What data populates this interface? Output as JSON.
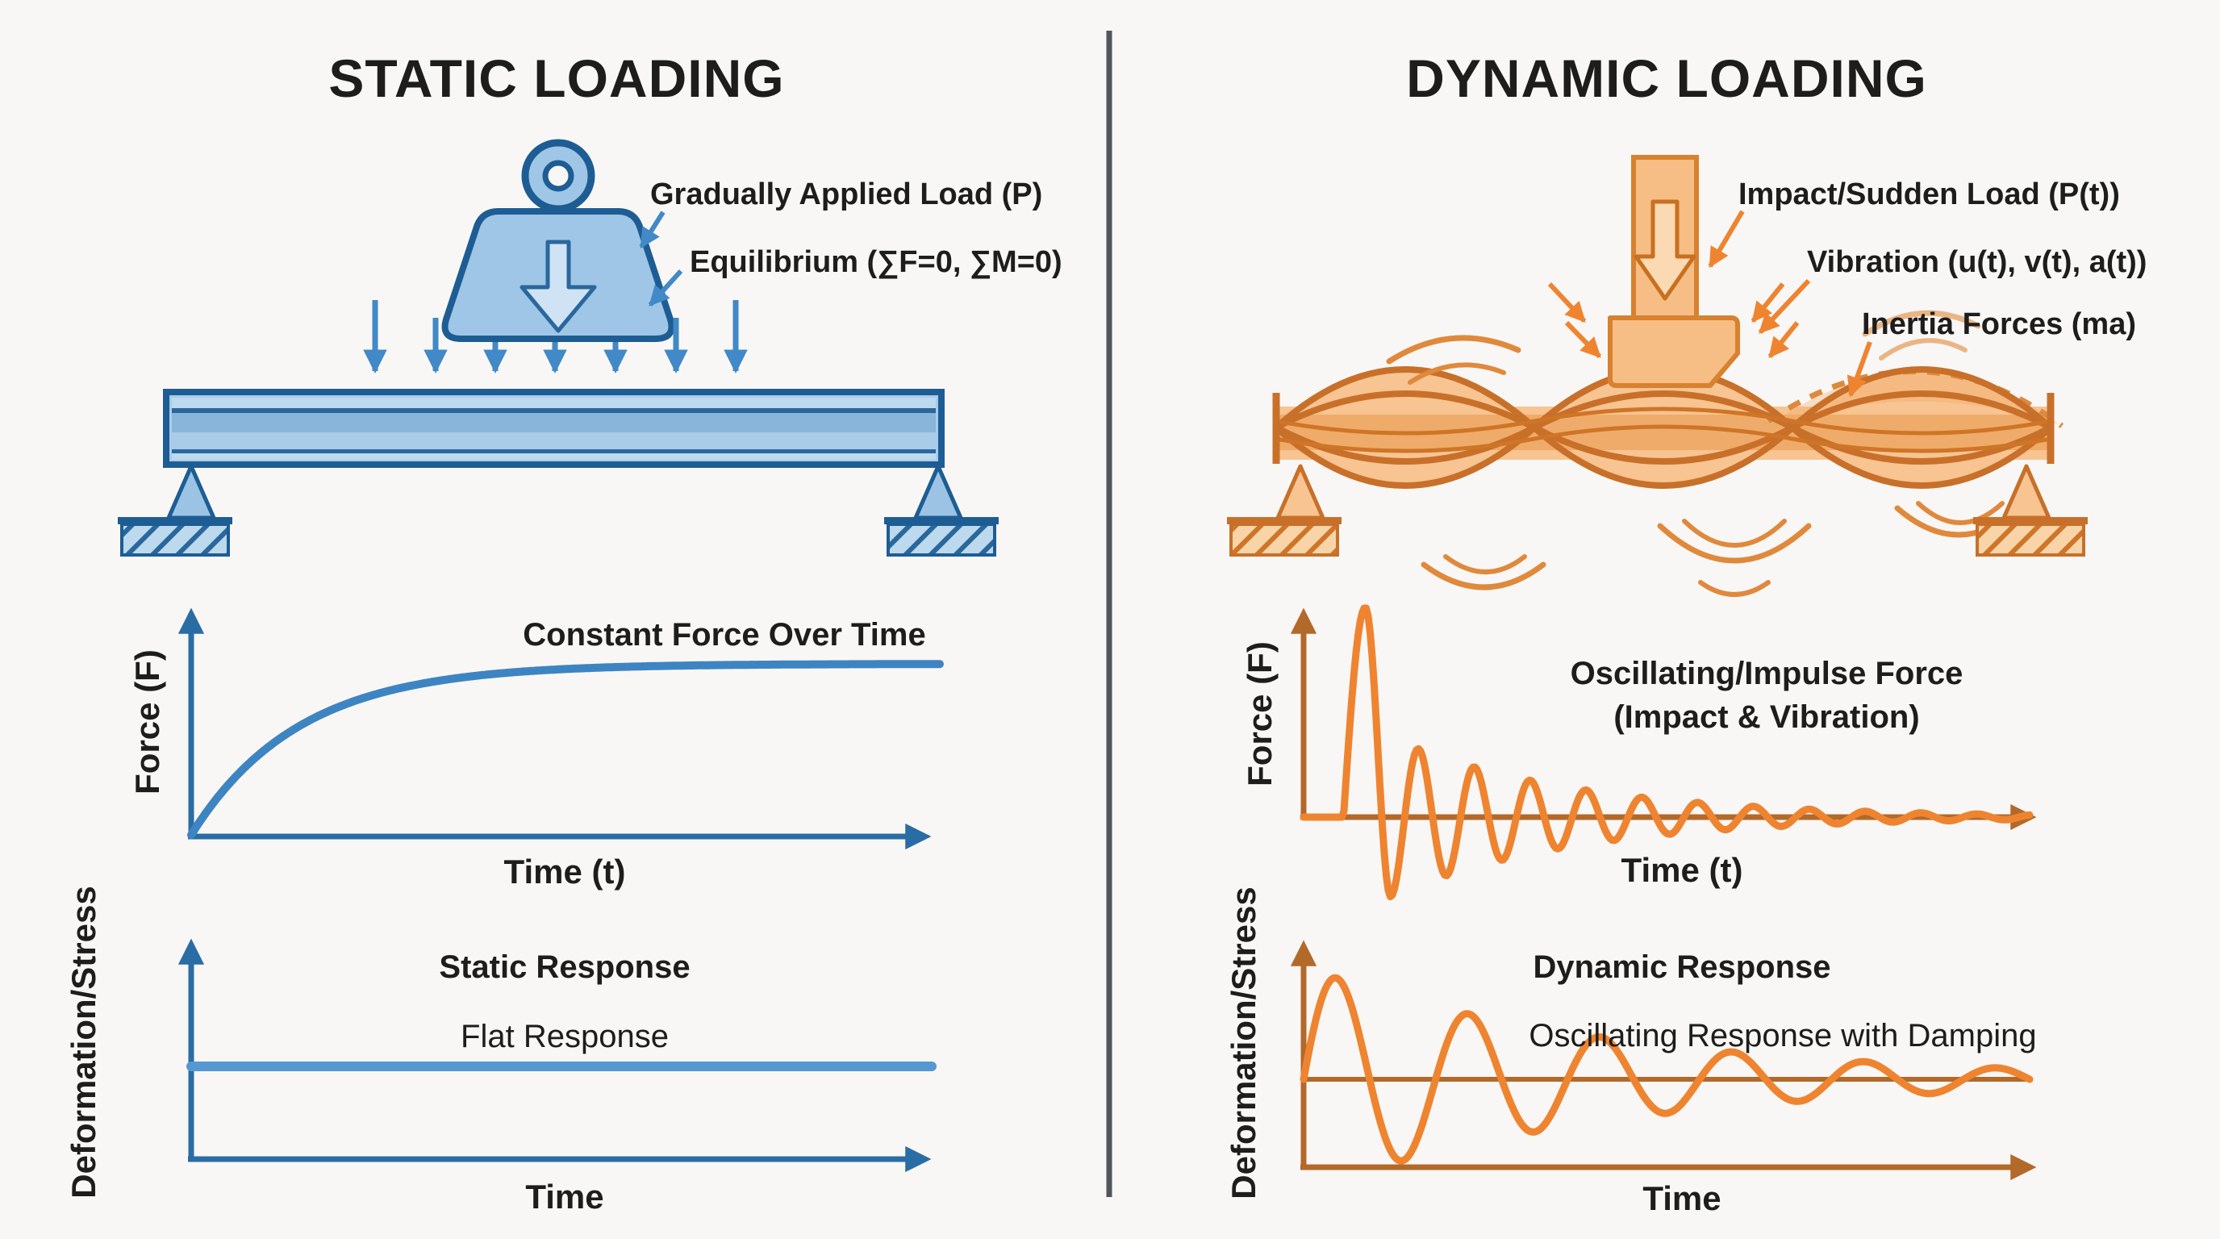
{
  "page": {
    "background": "#f9f7f5",
    "divider_color": "#51565b"
  },
  "static_panel": {
    "title": "STATIC LOADING",
    "title_color": "#2d73ad",
    "theme": {
      "outline": "#1d5d94",
      "fill_light": "#9fc6e6",
      "fill_beam": "#a9cce9",
      "arrow": "#4189c7"
    },
    "diagram": {
      "load_label": "Gradually Applied Load (P)",
      "equilibrium_label": "Equilibrium (∑F=0, ∑M=0)"
    }
  },
  "dynamic_panel": {
    "title": "DYNAMIC LOADING",
    "title_color": "#c4701d",
    "theme": {
      "outline": "#c8702a",
      "fill_light": "#f7c492",
      "arrow": "#ef8430"
    },
    "diagram": {
      "impact_label": "Impact/Sudden Load (P(t))",
      "vibration_label": "Vibration (u(t), v(t), a(t))",
      "inertia_label": "Inertia Forces (ma)"
    }
  },
  "chart_data": [
    {
      "type": "line",
      "panel": "static",
      "position": "top",
      "title": "Constant Force Over Time",
      "xlabel": "Time (t)",
      "ylabel": "Force (F)",
      "color": "#3d85c2",
      "axis_color": "#2a6da5",
      "x_range": [
        0,
        1
      ],
      "y_range": [
        0,
        1.35
      ],
      "grid": false,
      "legend": "none",
      "shape": "saturating_rise",
      "shape_params": {
        "rate": 7.0,
        "plateau": 1.0
      },
      "description": "Force rises smoothly from zero and levels off at a constant value"
    },
    {
      "type": "line",
      "panel": "static",
      "position": "bottom",
      "title": "Static Response",
      "subtitle": "Flat Response",
      "xlabel": "Time",
      "ylabel": "Deformation/Stress",
      "color": "#5598d2",
      "axis_color": "#2a6da5",
      "x_range": [
        0,
        1
      ],
      "y_range": [
        0,
        2.5
      ],
      "grid": false,
      "legend": "none",
      "shape": "flat",
      "shape_params": {
        "level": 1.0
      },
      "description": "Deformation/stress stays constant over time"
    },
    {
      "type": "line",
      "panel": "dynamic",
      "position": "top",
      "title": "Oscillating/Impulse Force",
      "subtitle": "(Impact & Vibration)",
      "xlabel": "Time (t)",
      "ylabel": "Force (F)",
      "color": "#ef8430",
      "axis_color": "#b2692a",
      "x_range": [
        0,
        1
      ],
      "y_range": [
        -1.1,
        1.1
      ],
      "grid": false,
      "legend": "none",
      "shape": "impulse_damped_sine",
      "shape_params": {
        "flat_until": 0.055,
        "peak_x": 0.085,
        "peak": 1.0,
        "fall_width": 0.035,
        "first_trough": -0.38,
        "osc_freq": 13,
        "osc_decay": 4.0
      },
      "description": "Sharp impact spike followed by a decaying oscillation about zero"
    },
    {
      "type": "line",
      "panel": "dynamic",
      "position": "bottom",
      "title": "Dynamic Response",
      "subtitle": "Oscillating Response with Damping",
      "xlabel": "Time",
      "ylabel": "Deformation/Stress",
      "color": "#ef8430",
      "axis_color": "#b2692a",
      "x_range": [
        0,
        1
      ],
      "y_range": [
        -1.2,
        1.2
      ],
      "grid": false,
      "legend": "none",
      "shape": "damped_sine",
      "shape_params": {
        "amp": 1.0,
        "freq": 5.5,
        "decay": 2.4
      },
      "description": "Oscillation about the static equilibrium line that decays due to damping"
    }
  ]
}
